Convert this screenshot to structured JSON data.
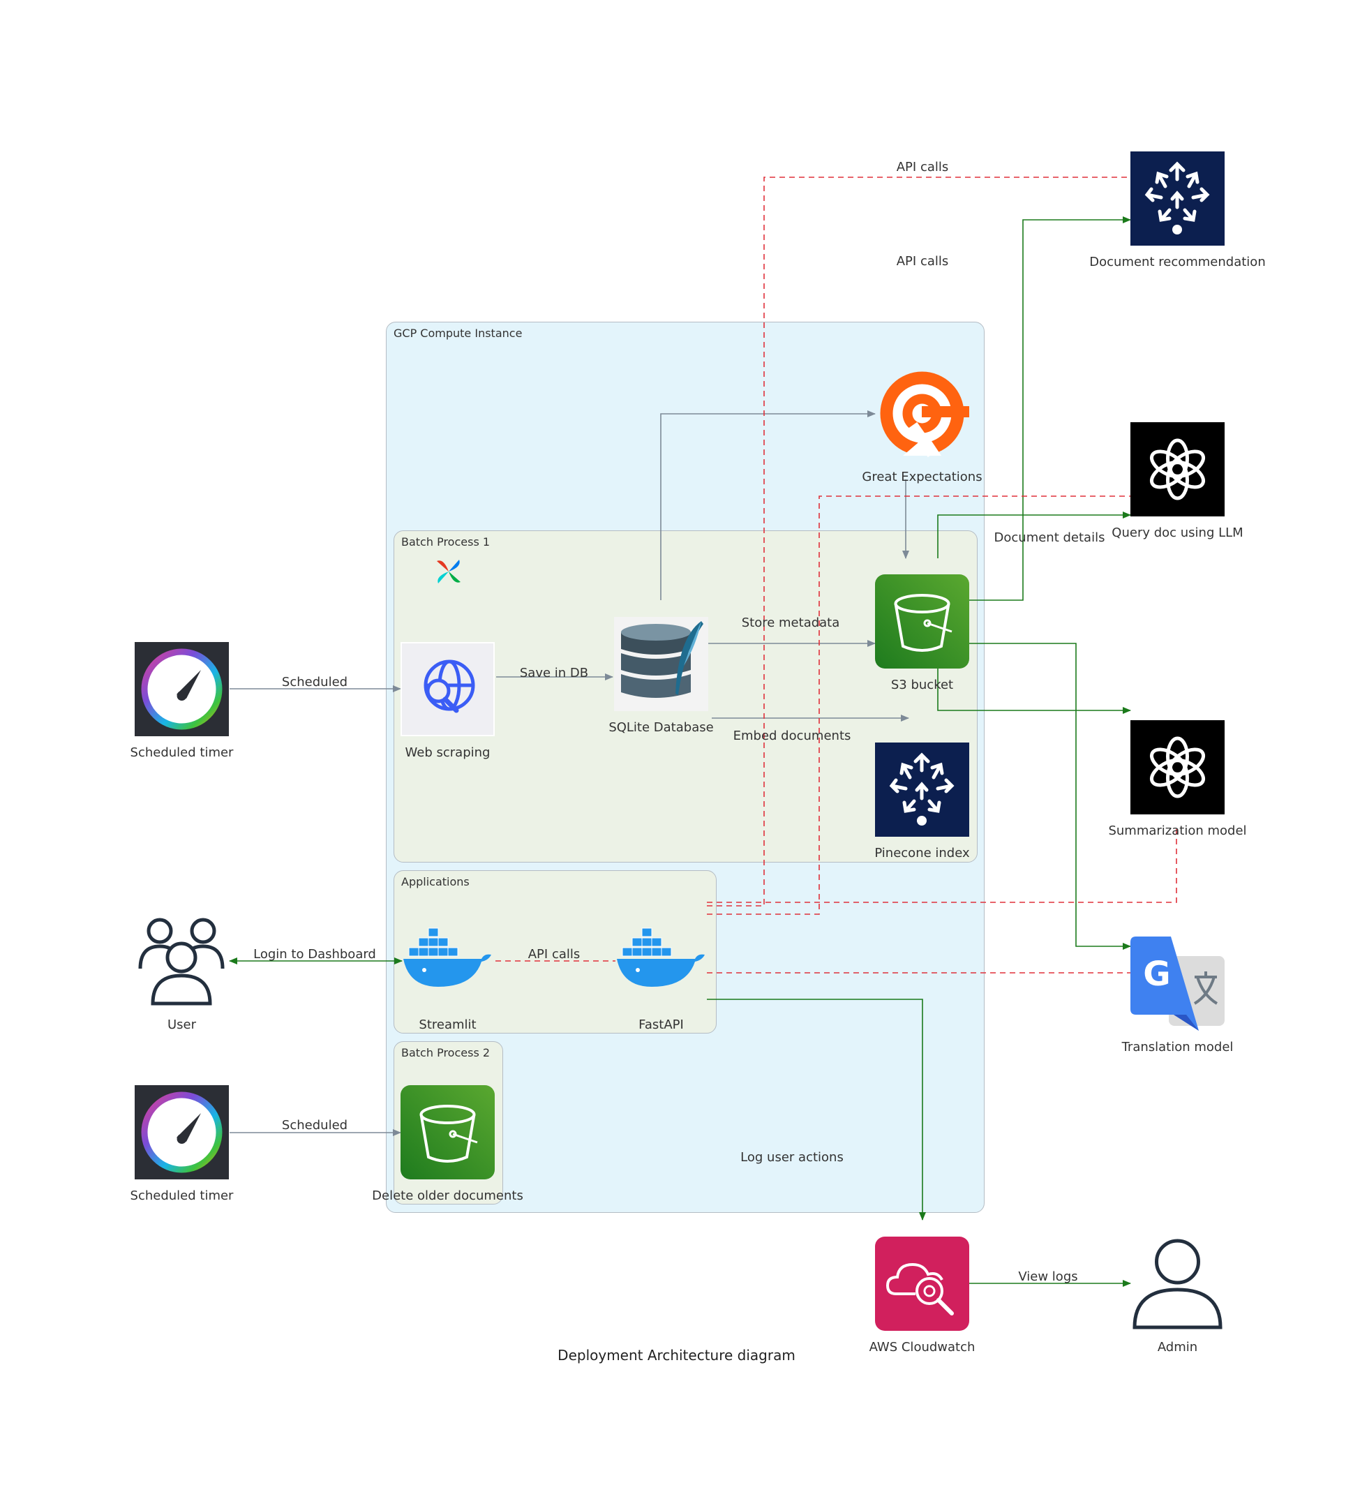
{
  "title": "Deployment Architecture diagram",
  "clusters": {
    "gcp": "GCP Compute Instance",
    "batch1": "Batch Process 1",
    "applications": "Applications",
    "batch2": "Batch Process 2"
  },
  "nodes": {
    "scheduled_timer_1": "Scheduled timer",
    "web_scraping": "Web scraping",
    "sqlite": "SQLite Database",
    "great_expectations": "Great Expectations",
    "s3_bucket": "S3 bucket",
    "pinecone_index": "Pinecone index",
    "doc_recommendation": "Document recommendation",
    "query_doc_llm": "Query doc using LLM",
    "summarization": "Summarization model",
    "translation": "Translation model",
    "user": "User",
    "streamlit": "Streamlit",
    "fastapi": "FastAPI",
    "scheduled_timer_2": "Scheduled timer",
    "delete_older": "Delete older documents",
    "cloudwatch": "AWS Cloudwatch",
    "admin": "Admin"
  },
  "edges": {
    "scheduled_1": "Scheduled",
    "save_in_db": "Save in DB",
    "store_metadata": "Store metadata",
    "embed_documents": "Embed documents",
    "api_calls_top": "API calls",
    "api_calls_mid": "API calls",
    "document_details": "Document details",
    "login_dashboard": "Login to Dashboard",
    "api_calls_apps": "API calls",
    "scheduled_2": "Scheduled",
    "log_user_actions": "Log user actions",
    "view_logs": "View logs"
  },
  "colors": {
    "gcp_fill": "#e3f4fb",
    "batch_fill": "#ecf2e6",
    "gray_edge": "#7d8a97",
    "green_edge": "#1b7a1b",
    "red_edge": "#e0303a"
  }
}
